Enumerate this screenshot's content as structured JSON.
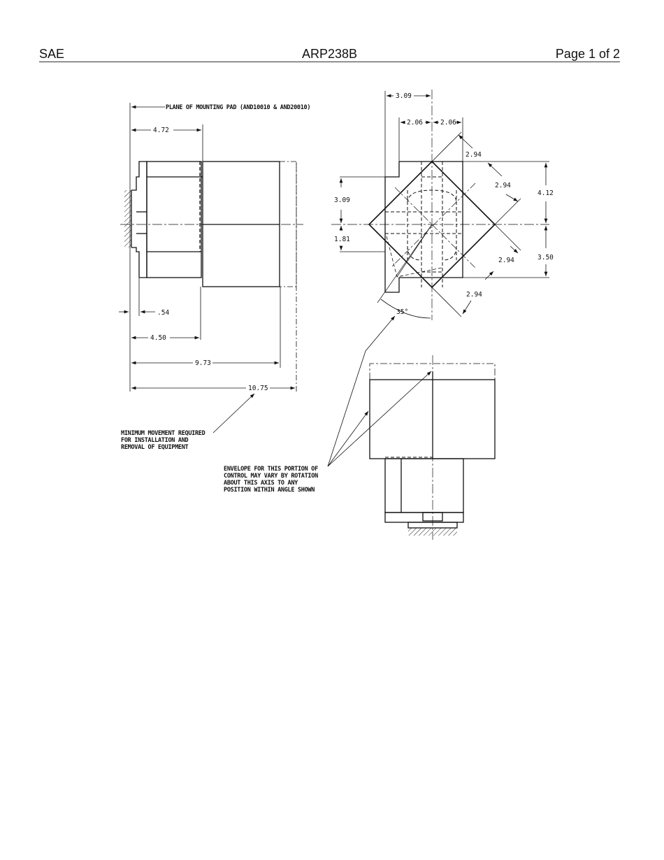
{
  "header": {
    "left": "SAE",
    "center": "ARP238B",
    "right": "Page 1 of 2"
  },
  "drawing": {
    "side_view": {
      "plane_label": "PLANE OF MOUNTING PAD (AND10010 & AND20010)",
      "dims": {
        "d_4_72": "4.72",
        "d_054": ".54",
        "d_4_50": "4.50",
        "d_9_73": "9.73",
        "d_10_75": "10.75"
      },
      "note_min_movement": [
        "MINIMUM MOVEMENT REQUIRED",
        "FOR INSTALLATION AND",
        "REMOVAL OF EQUIPMENT"
      ]
    },
    "end_view": {
      "dims": {
        "top_3_09": "3.09",
        "left_2_06": "2.06",
        "right_2_06": "2.06",
        "diag_top": "2.94",
        "diag_right_upper": "2.94",
        "diag_right_lower": "2.94",
        "diag_bottom": "2.94",
        "left_3_09": "3.09",
        "left_1_81": "1.81",
        "right_4_12": "4.12",
        "right_3_50": "3.50",
        "angle": "35°"
      }
    },
    "plan_view": {
      "note_envelope": [
        "ENVELOPE FOR THIS PORTION OF",
        "CONTROL MAY VARY BY ROTATION",
        "ABOUT THIS AXIS TO ANY",
        "POSITION WITHIN ANGLE SHOWN"
      ]
    }
  }
}
